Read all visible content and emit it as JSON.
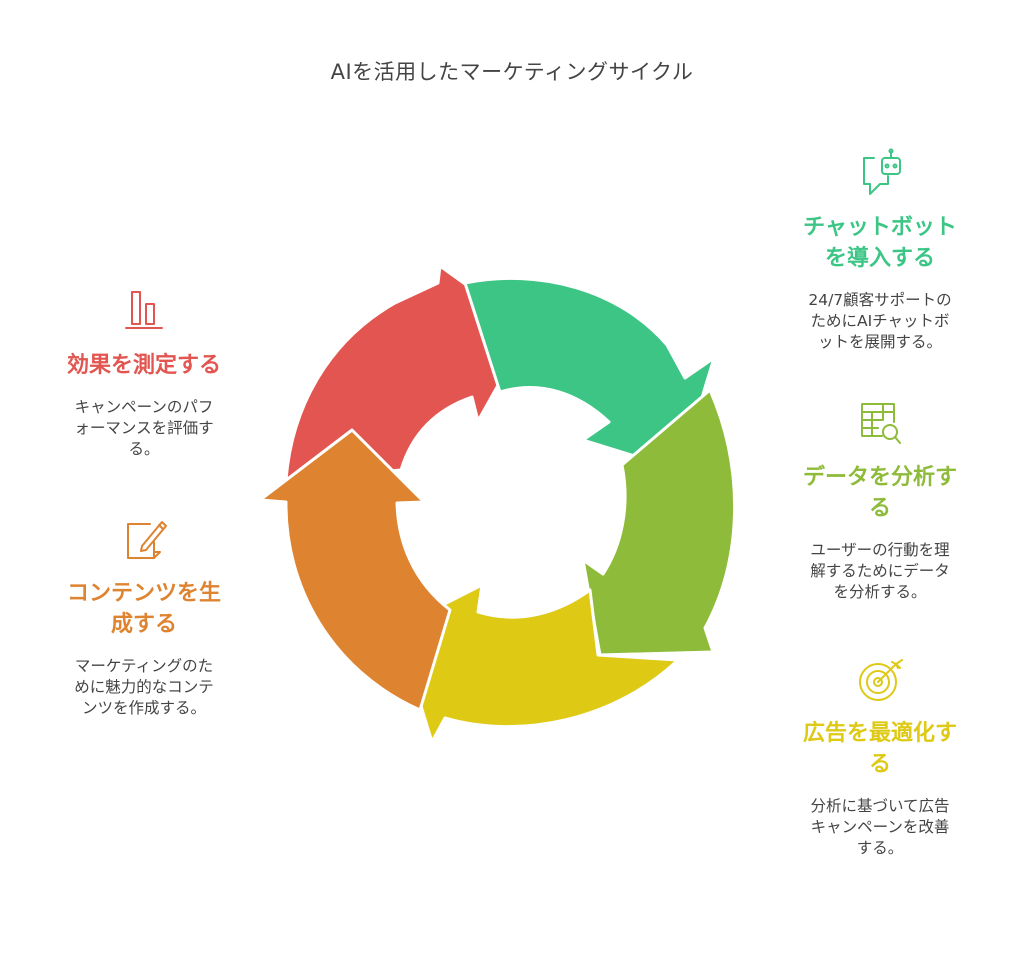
{
  "title": "AIを活用したマーケティングサイクル",
  "colors": {
    "red": "#E25550",
    "green": "#3CC585",
    "lime": "#8FBB3A",
    "yellow": "#DEC914",
    "orange": "#DE8430"
  },
  "steps": [
    {
      "key": "chatbot",
      "heading": "チャットボットを導入する",
      "heading_lines": [
        "チャットボット",
        "を導入する"
      ],
      "description_lines": [
        "24/7顧客サポートの",
        "ためにAIチャットボ",
        "ットを展開する。"
      ],
      "color": "#3CC585",
      "icon": "chatbot-icon"
    },
    {
      "key": "analyze",
      "heading": "データを分析する",
      "heading_lines": [
        "データを分析す",
        "る"
      ],
      "description_lines": [
        "ユーザーの行動を理",
        "解するためにデータ",
        "を分析する。"
      ],
      "color": "#8FBB3A",
      "icon": "table-search-icon"
    },
    {
      "key": "optimize",
      "heading": "広告を最適化する",
      "heading_lines": [
        "広告を最適化す",
        "る"
      ],
      "description_lines": [
        "分析に基づいて広告",
        "キャンペーンを改善",
        "する。"
      ],
      "color": "#DEC914",
      "icon": "target-icon"
    },
    {
      "key": "content",
      "heading": "コンテンツを生成する",
      "heading_lines": [
        "コンテンツを生",
        "成する"
      ],
      "description_lines": [
        "マーケティングのた",
        "めに魅力的なコンテ",
        "ンツを作成する。"
      ],
      "color": "#DE8430",
      "icon": "document-pen-icon"
    },
    {
      "key": "measure",
      "heading": "効果を測定する",
      "heading_lines": [
        "効果を測定する"
      ],
      "description_lines": [
        "キャンペーンのパフ",
        "ォーマンスを評価す",
        "る。"
      ],
      "color": "#E25550",
      "icon": "bar-chart-icon"
    }
  ]
}
